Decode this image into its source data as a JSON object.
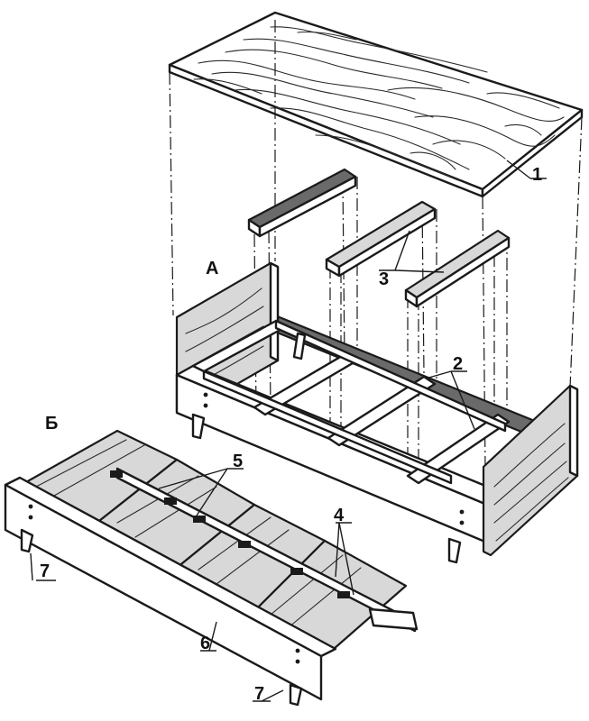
{
  "labels": {
    "assembly_a": "А",
    "assembly_b": "Б",
    "part_1": "1",
    "part_2": "2",
    "part_3": "3",
    "part_4": "4",
    "part_5": "5",
    "part_6": "6",
    "part_7_left": "7",
    "part_7_bottom": "7"
  },
  "colors": {
    "ink": "#1a1a1a",
    "paper": "#ffffff",
    "shade": "#d8d8d8",
    "dark": "#6a6a6a"
  }
}
